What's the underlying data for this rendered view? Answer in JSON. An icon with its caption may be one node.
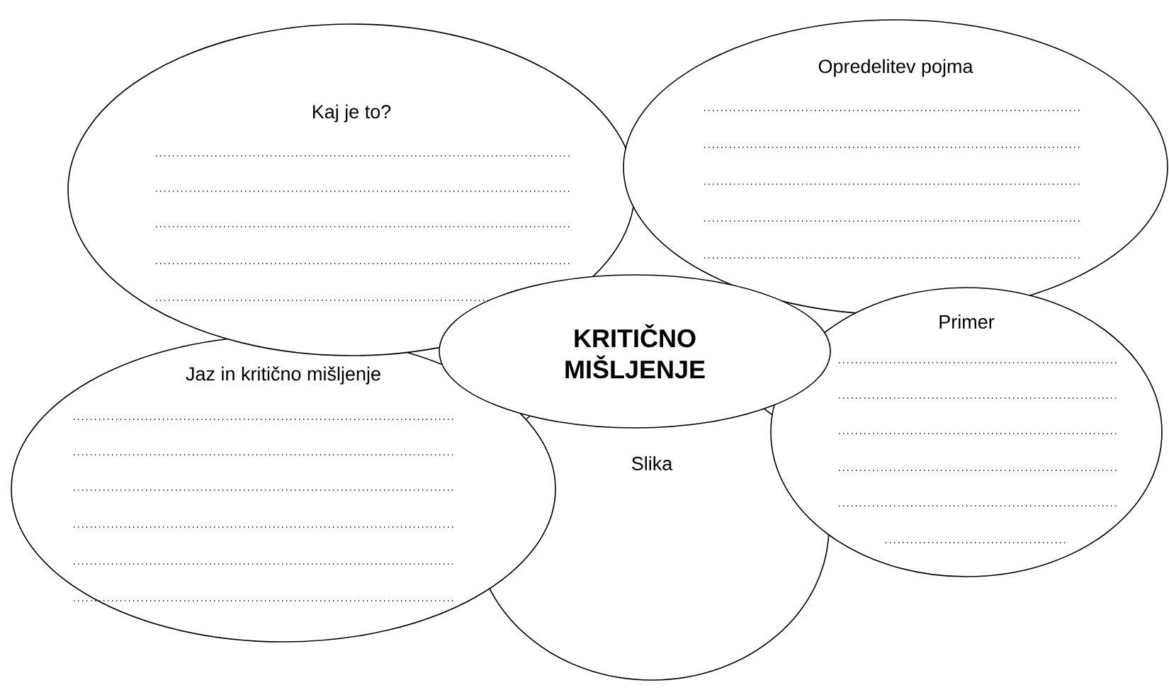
{
  "diagram": {
    "nodes": [
      {
        "text": [
          "Kaj je to?"
        ]
      },
      {
        "text": [
          "Opredelitev pojma"
        ]
      },
      {
        "text": [
          "Jaz in kritično mišljenje"
        ]
      },
      {
        "text": [
          "Slika"
        ]
      },
      {
        "text": [
          "Primer"
        ]
      },
      {
        "text": [
          "KRITIČNO MIŠLJENJE"
        ]
      }
    ]
  }
}
